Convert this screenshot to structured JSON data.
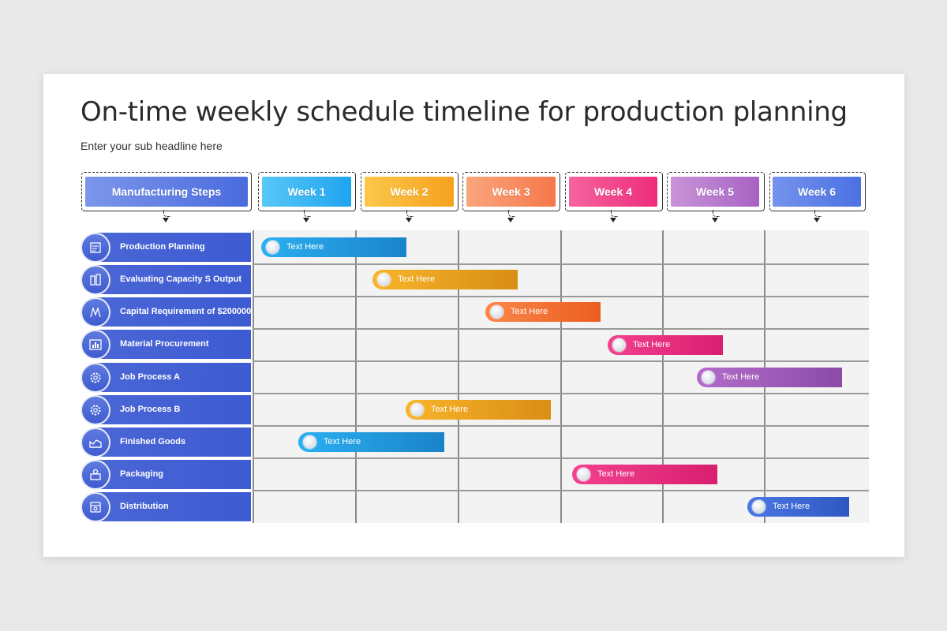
{
  "title": "On-time weekly schedule timeline for production planning",
  "subtitle": "Enter your sub headline here",
  "steps_header": "Manufacturing Steps",
  "weeks": [
    "Week 1",
    "Week 2",
    "Week 3",
    "Week 4",
    "Week 5",
    "Week 6"
  ],
  "steps": [
    {
      "label": "Production Planning",
      "icon": "planning-icon"
    },
    {
      "label": "Evaluating Capacity S Output",
      "icon": "capacity-icon"
    },
    {
      "label": "Capital Requirement of $200000",
      "icon": "capital-icon"
    },
    {
      "label": "Material Procurement",
      "icon": "procurement-icon"
    },
    {
      "label": "Job Process A",
      "icon": "gear-icon"
    },
    {
      "label": "Job Process B",
      "icon": "gear-icon"
    },
    {
      "label": "Finished Goods",
      "icon": "goods-icon"
    },
    {
      "label": "Packaging",
      "icon": "packaging-icon"
    },
    {
      "label": "Distribution",
      "icon": "distribution-icon"
    }
  ],
  "bars": [
    {
      "text": "Text Here",
      "color": "#1b8fd6"
    },
    {
      "text": "Text Here",
      "color": "#e39a17"
    },
    {
      "text": "Text Here",
      "color": "#f06a2a"
    },
    {
      "text": "Text Here",
      "color": "#e62a79"
    },
    {
      "text": "Text Here",
      "color": "#9a55b5"
    },
    {
      "text": "Text Here",
      "color": "#e39a17"
    },
    {
      "text": "Text Here",
      "color": "#1b8fd6"
    },
    {
      "text": "Text Here",
      "color": "#e62a79"
    },
    {
      "text": "Text Here",
      "color": "#3d62d0"
    }
  ],
  "colors": {
    "steps_header": "#4f6fdc",
    "week1": "#29aef2",
    "week2": "#f9ac2a",
    "week3": "#f9875a",
    "week4": "#f23c86",
    "week5": "#b470c9",
    "week6": "#5579e6",
    "step_bar": "#4363d6"
  }
}
